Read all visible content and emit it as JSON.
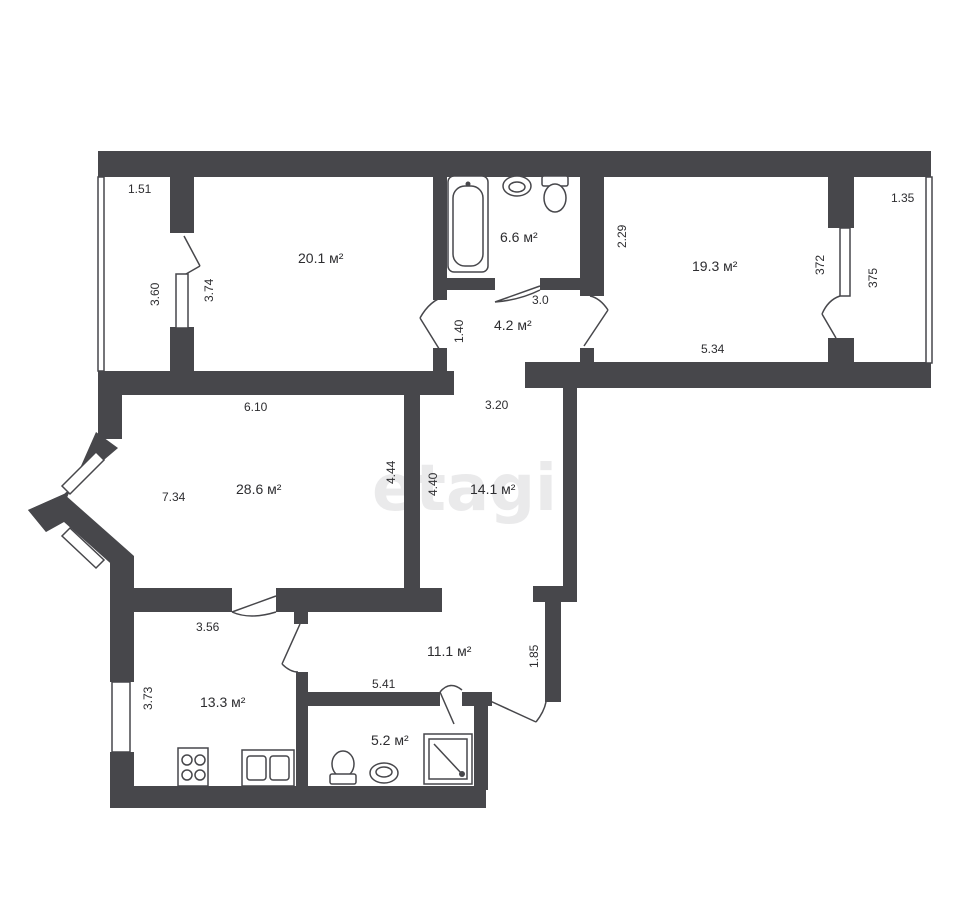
{
  "watermark": "etagi",
  "rooms": {
    "balcony_left": {
      "dims": [
        "1.51",
        "3.60"
      ]
    },
    "bedroom_1": {
      "area": "20.1 м²",
      "dims": [
        "3.74"
      ]
    },
    "bathroom": {
      "area": "6.6 м²"
    },
    "vestibule": {
      "area": "4.2 м²",
      "dims": [
        "3.0",
        "1.40"
      ]
    },
    "bedroom_2": {
      "area": "19.3 м²",
      "dims": [
        "2.29",
        "5.34",
        "372"
      ]
    },
    "balcony_right": {
      "dims": [
        "1.35",
        "375"
      ]
    },
    "living_room": {
      "area": "28.6 м²",
      "dims": [
        "6.10",
        "7.34",
        "4.44"
      ]
    },
    "hall": {
      "area": "14.1 м²",
      "dims": [
        "3.20",
        "4.40"
      ]
    },
    "corridor": {
      "area": "11.1 м²",
      "dims": [
        "5.41",
        "1.85"
      ]
    },
    "kitchen": {
      "area": "13.3 м²",
      "dims": [
        "3.56",
        "3.73"
      ]
    },
    "wc": {
      "area": "5.2 м²"
    }
  },
  "colors": {
    "wall": "#47474b",
    "background": "#ffffff",
    "text": "#2d2d30",
    "watermark": "#d9d9db"
  }
}
